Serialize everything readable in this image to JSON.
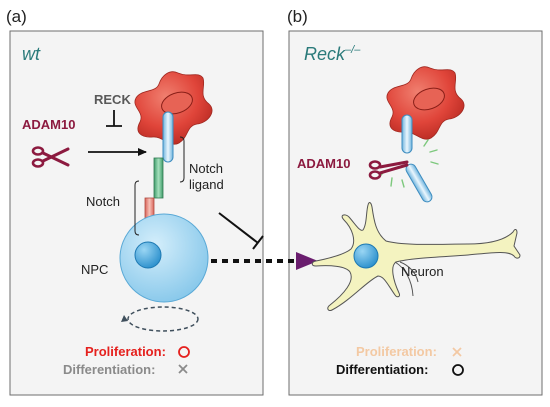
{
  "panel_a": {
    "letter": "(a)",
    "title": "wt",
    "labels": {
      "reck": "RECK",
      "adam10": "ADAM10",
      "notch": "Notch",
      "notch_ligand_line1": "Notch",
      "notch_ligand_line2": "ligand",
      "npc": "NPC"
    },
    "status": {
      "proliferation": "Proliferation:",
      "differentiation": "Differentiation:"
    }
  },
  "panel_b": {
    "letter": "(b)",
    "title_base": "Reck",
    "title_sup": "–/–",
    "labels": {
      "adam10": "ADAM10",
      "neuron": "Neuron"
    },
    "status": {
      "proliferation": "Proliferation:",
      "differentiation": "Differentiation:"
    }
  },
  "colors": {
    "frame_bg": "#f4f4f4",
    "frame_border": "#6e6e6e",
    "adam10": "#8c1a3f",
    "reck": "#595959",
    "npc_fill": "#a8d8f0",
    "nucleus": "#4aaee0",
    "signal_cell": "#e0453a",
    "neuron_fill": "#f4f3c0",
    "arrow_purple": "#6a1d6e",
    "prolif_active": "#e5201d",
    "diff_inactive": "#8a8a8a",
    "prolif_inactive": "#f3c9a3",
    "diff_active": "#111111"
  },
  "icons": [
    "scissors-icon",
    "circle-mark-icon",
    "cross-mark-icon"
  ]
}
